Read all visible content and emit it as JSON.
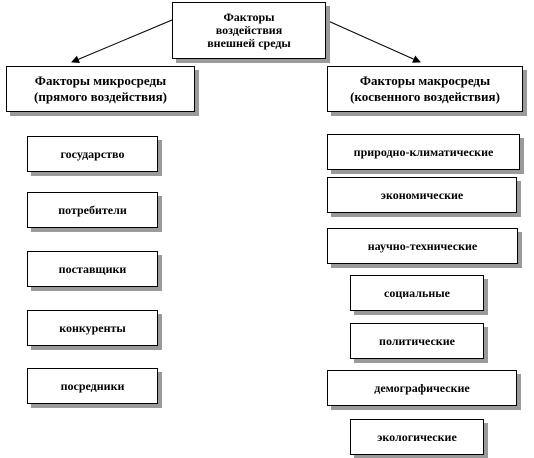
{
  "diagram": {
    "top_box": {
      "line1": "Факторы",
      "line2": "воздействия",
      "line3": "внешней среды"
    },
    "left_header": {
      "line1": "Факторы микросреды",
      "line2": "(прямого воздействия)"
    },
    "right_header": {
      "line1": "Факторы макросреды",
      "line2": "(косвенного воздействия)"
    },
    "left_items": [
      "государство",
      "потребители",
      "поставщики",
      "конкуренты",
      "посредники"
    ],
    "right_items": [
      "природно-климатические",
      "экономические",
      "научно-технические",
      "социальные",
      "политические",
      "демографические",
      "экологические"
    ]
  }
}
